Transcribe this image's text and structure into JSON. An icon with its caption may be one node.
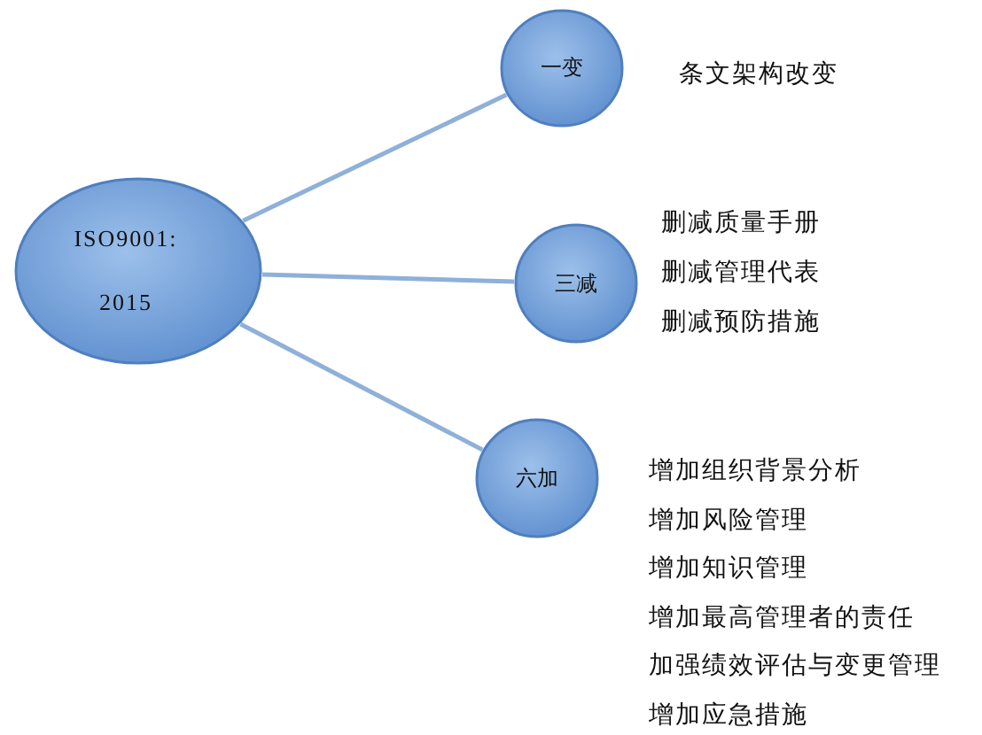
{
  "diagram": {
    "nodes": [
      {
        "text": [
          "ISO9001: 2015"
        ]
      },
      {
        "text": [
          "一变"
        ],
        "beside": [
          "条文架构改变"
        ]
      },
      {
        "text": [
          "三减"
        ],
        "beside": [
          "删减质量手册",
          "删减管理代表",
          "删减预防措施"
        ]
      },
      {
        "text": [
          "六加"
        ],
        "beside": [
          "增加组织背景分析",
          "增加风险管理",
          "增加知识管理",
          "增加最高管理者的责任",
          "加强绩效评估与变更管理",
          "增加应急措施"
        ]
      }
    ],
    "edges": [
      {
        "from": 0,
        "to": 1,
        "arrow": "none"
      },
      {
        "from": 0,
        "to": 2,
        "arrow": "none"
      },
      {
        "from": 0,
        "to": 3,
        "arrow": "none"
      }
    ]
  }
}
